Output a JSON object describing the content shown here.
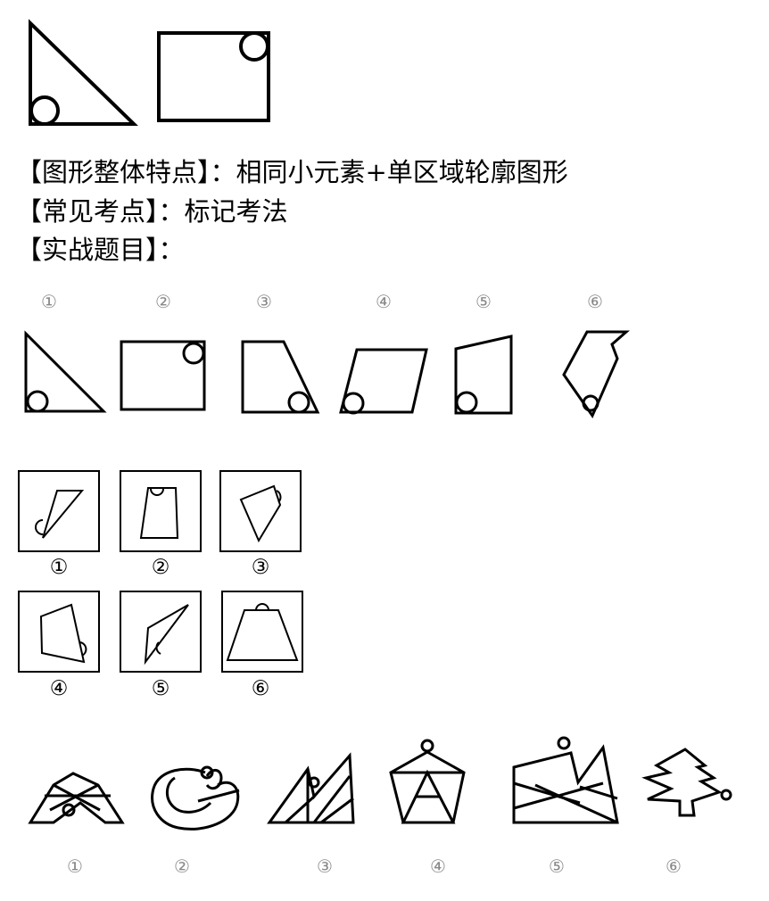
{
  "text": {
    "line1": "【图形整体特点】：相同小元素+单区域轮廓图形",
    "line2": "【常见考点】：标记考法",
    "line3": "【实战题目】："
  },
  "row1_labels": [
    "①",
    "②",
    "③",
    "④",
    "⑤",
    "⑥"
  ],
  "row2_labels": [
    "①",
    "②",
    "③"
  ],
  "row3_labels": [
    "④",
    "⑤",
    "⑥"
  ],
  "row4_labels": [
    "①",
    "②",
    "③",
    "④",
    "⑤",
    "⑥"
  ]
}
